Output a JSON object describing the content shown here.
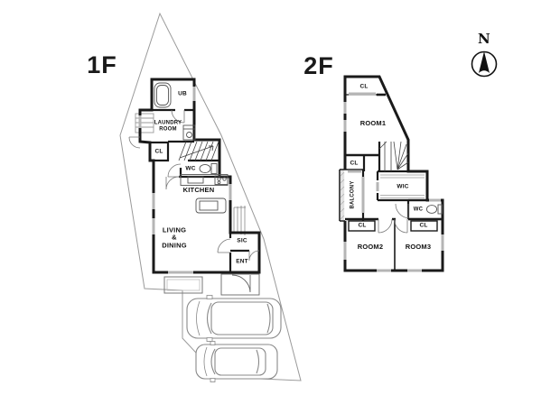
{
  "floor1": {
    "label": "1F",
    "rooms": {
      "ub": "UB",
      "laundry1": "LAUNDRY",
      "laundry2": "ROOM",
      "closet": "CL",
      "wc": "WC",
      "kitchen": "KITCHEN",
      "living1": "LIVING",
      "living2": "&",
      "living3": "DINING",
      "sic": "SIC",
      "ent": "ENT"
    }
  },
  "floor2": {
    "label": "2F",
    "rooms": {
      "cl_room1": "CL",
      "room1": "ROOM1",
      "cl_hall": "CL",
      "balcony": "BALCONY",
      "wic": "WIC",
      "wc": "WC",
      "cl_room2": "CL",
      "cl_room3": "CL",
      "room2": "ROOM2",
      "room3": "ROOM3"
    }
  },
  "compass": {
    "north": "N"
  },
  "colors": {
    "wall": "#1a1a1a",
    "fixture": "#666666",
    "boundary": "#9a9a9a",
    "window": "#b5b5b5"
  }
}
